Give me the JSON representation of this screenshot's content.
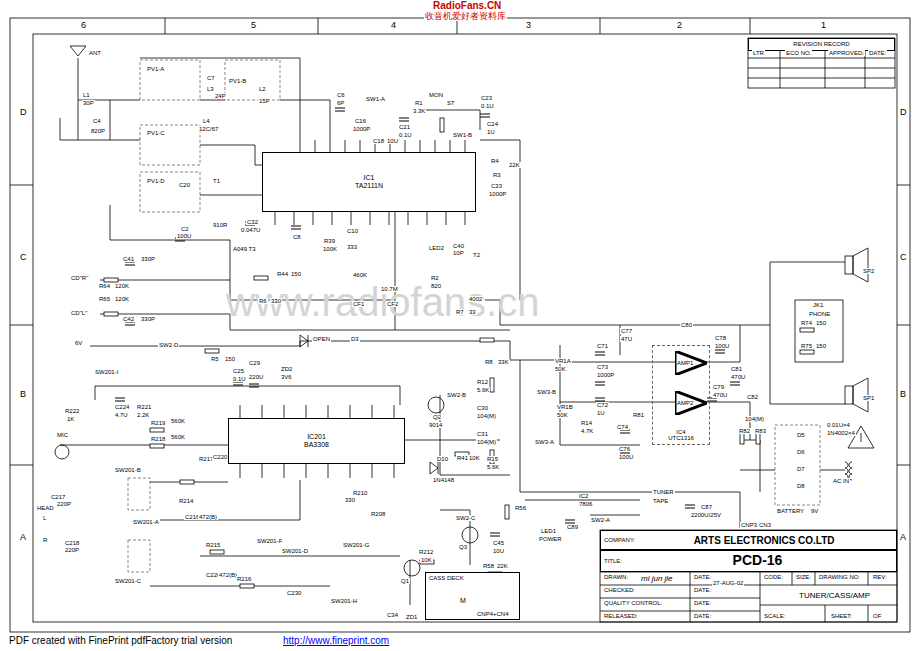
{
  "diagram": {
    "nodes": [
      {
        "text": [
          "IC1",
          "TA2111N"
        ]
      },
      {
        "text": [
          "IC201",
          "BA3308"
        ]
      },
      {
        "text": [
          "IC4",
          "UTC1316"
        ]
      },
      {
        "text": [
          "AMP1"
        ],
        "in": 2
      },
      {
        "text": [
          "AMP2"
        ],
        "in": 2
      },
      {
        "text": [
          "CASS DECK"
        ]
      },
      {
        "text": [
          "COMPANY:",
          "ARTS ELECTRONICS CO.LTD"
        ]
      },
      {
        "text": [
          "TITLE:",
          "PCD-16"
        ]
      },
      {
        "text": [
          "REVISION RECORD"
        ]
      }
    ],
    "labels": [
      "RadioFans.CN",
      "收音机爱好者资料库",
      "6",
      "5",
      "4",
      "3",
      "2",
      "1",
      "D",
      "C",
      "B",
      "A",
      "D",
      "C",
      "B",
      "A",
      "www.radiofans.cn",
      "PDF created with FinePrint pdfFactory trial version",
      "http://www.fineprint.com",
      "LTR",
      "ECO NO.",
      "APPROVED:",
      "DATE:",
      "DRAWN:",
      "mi jun jie",
      "DATE:",
      "27-AUG-02",
      "CHECKED:",
      "DATE:",
      "QUALITY CONTROL:",
      "DATE:",
      "RELEASED:",
      "DATE:",
      "CODE:",
      "SIZE:",
      "DRAWING NO:",
      "REV:",
      "TUNER/CASS/AMP",
      "SCALE:",
      "SHEET:",
      "OF",
      "ANT",
      "L1",
      "30P",
      "PV1-A",
      "C7",
      "L3",
      "24P",
      "PV1-B",
      "L2",
      "15P",
      "C4",
      "820P",
      "PV1-C",
      "L4",
      "12C/67",
      "PV1-D",
      "C20",
      "T1",
      "910R",
      "C2",
      "100U",
      "C32",
      "0.047U",
      "A049 T3",
      "R44",
      "150",
      "R6",
      "330",
      "C8",
      "R39",
      "100K",
      "C10",
      "333",
      "460K",
      "CF1",
      "10.7M",
      "CF2",
      "LED2",
      "R2",
      "820",
      "C40",
      "10P",
      "T2",
      "4002",
      "R7",
      "33",
      "SW1-A",
      "SW1-B",
      "MON",
      "ST",
      "R1",
      "3.3K",
      "C23",
      "0.1U",
      "C21",
      "0.1U",
      "C18",
      "10U",
      "C6",
      "6P",
      "C16",
      "1000P",
      "C24",
      "1U",
      "R4",
      "22K",
      "R3",
      "C33",
      "1000P",
      "CD\"R\"",
      "R64",
      "120K",
      "C41",
      "330P",
      "R65",
      "120K",
      "CD\"L\"",
      "C42",
      "330P",
      "6V",
      "OPEN",
      "D3",
      "SW2-D",
      "R5",
      "150",
      "C25",
      "0.1U",
      "C29",
      "220U",
      "ZD2",
      "3V6",
      "SW201-I",
      "R222",
      "1K",
      "C224",
      "4.7U",
      "R221",
      "2.2K",
      "MIC",
      "R219",
      "560K",
      "R218",
      "560K",
      "SW201-B",
      "HEAD",
      "L",
      "R",
      "C217",
      "220P",
      "C218",
      "220P",
      "SW201-A",
      "R214",
      "C216",
      "472(B)",
      "R215",
      "C226",
      "472(B)",
      "SW201-C",
      "SW201-F",
      "SW201-D",
      "SW201-G",
      "SW201-H",
      "C230",
      "R216",
      "R217",
      "C220",
      "R208",
      "R210",
      "330",
      "Q2",
      "9014",
      "SW2-B",
      "R8",
      "33K",
      "R12",
      "5.6K",
      "C30",
      "104(M)",
      "C31",
      "104(M)",
      "D10",
      "1N4148",
      "R41",
      "10K",
      "R15",
      "5.6K",
      "SW2-C",
      "Q3",
      "C45",
      "10U",
      "R212",
      "10K",
      "Q1",
      "C34",
      "ZD1",
      "R58",
      "22K",
      "M",
      "CNP4+CN4",
      "VR1A",
      "50K",
      "SW3-B",
      "VR1B",
      "50K",
      "SW3-A",
      "C71",
      "C73",
      "1000P",
      "C72",
      "1U",
      "R14",
      "4.7K",
      "C74",
      "C76",
      "100U",
      "R81",
      "C77",
      "47U",
      "C80",
      "C78",
      "100U",
      "C81",
      "470U",
      "C79",
      "470U",
      "C82",
      "104(M)",
      "R82",
      "R83",
      "R74",
      "150",
      "R75",
      "150",
      "JK1",
      "PHONE",
      "SP2",
      "SP1",
      "IC2",
      "7806",
      "TUNER",
      "TAPE",
      "SW2-A",
      "C87",
      "2200U/25V",
      "LED1",
      "POWER",
      "R56",
      "C89",
      "D5",
      "D6",
      "D7",
      "D8",
      "0.01U×4",
      "1N4002×4",
      "AC IN",
      "BATTERY",
      "9V",
      "CNP3",
      "CN3"
    ]
  }
}
